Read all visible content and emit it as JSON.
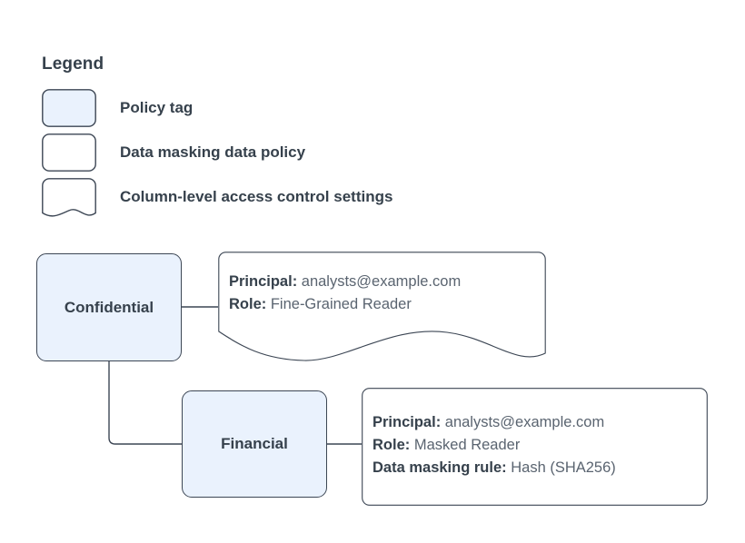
{
  "legend": {
    "title": "Legend",
    "items": [
      {
        "label": "Policy tag",
        "swatch": "filled-rounded-rect",
        "fill": "#eaf2fd"
      },
      {
        "label": "Data masking data policy",
        "swatch": "rounded-rect",
        "fill": "#ffffff"
      },
      {
        "label": "Column-level access control settings",
        "swatch": "wavy-bottom-note",
        "fill": "#ffffff"
      }
    ]
  },
  "diagram": {
    "nodes": [
      {
        "id": "confidential",
        "label": "Confidential"
      },
      {
        "id": "financial",
        "label": "Financial"
      }
    ],
    "notes": [
      {
        "id": "note-confidential",
        "shape": "wavy-bottom-note",
        "lines": [
          {
            "label": "Principal:",
            "value": "analysts@example.com"
          },
          {
            "label": "Role:",
            "value": "Fine-Grained Reader"
          }
        ]
      },
      {
        "id": "note-financial",
        "shape": "rounded-rect",
        "lines": [
          {
            "label": "Principal:",
            "value": "analysts@example.com"
          },
          {
            "label": "Role:",
            "value": "Masked Reader"
          },
          {
            "label": "Data masking rule:",
            "value": "Hash (SHA256)"
          }
        ]
      }
    ]
  },
  "colors": {
    "tag_fill": "#eaf2fd",
    "stroke": "#3c4654",
    "text": "#36414c",
    "value_text": "#5a6470",
    "background": "#ffffff"
  }
}
